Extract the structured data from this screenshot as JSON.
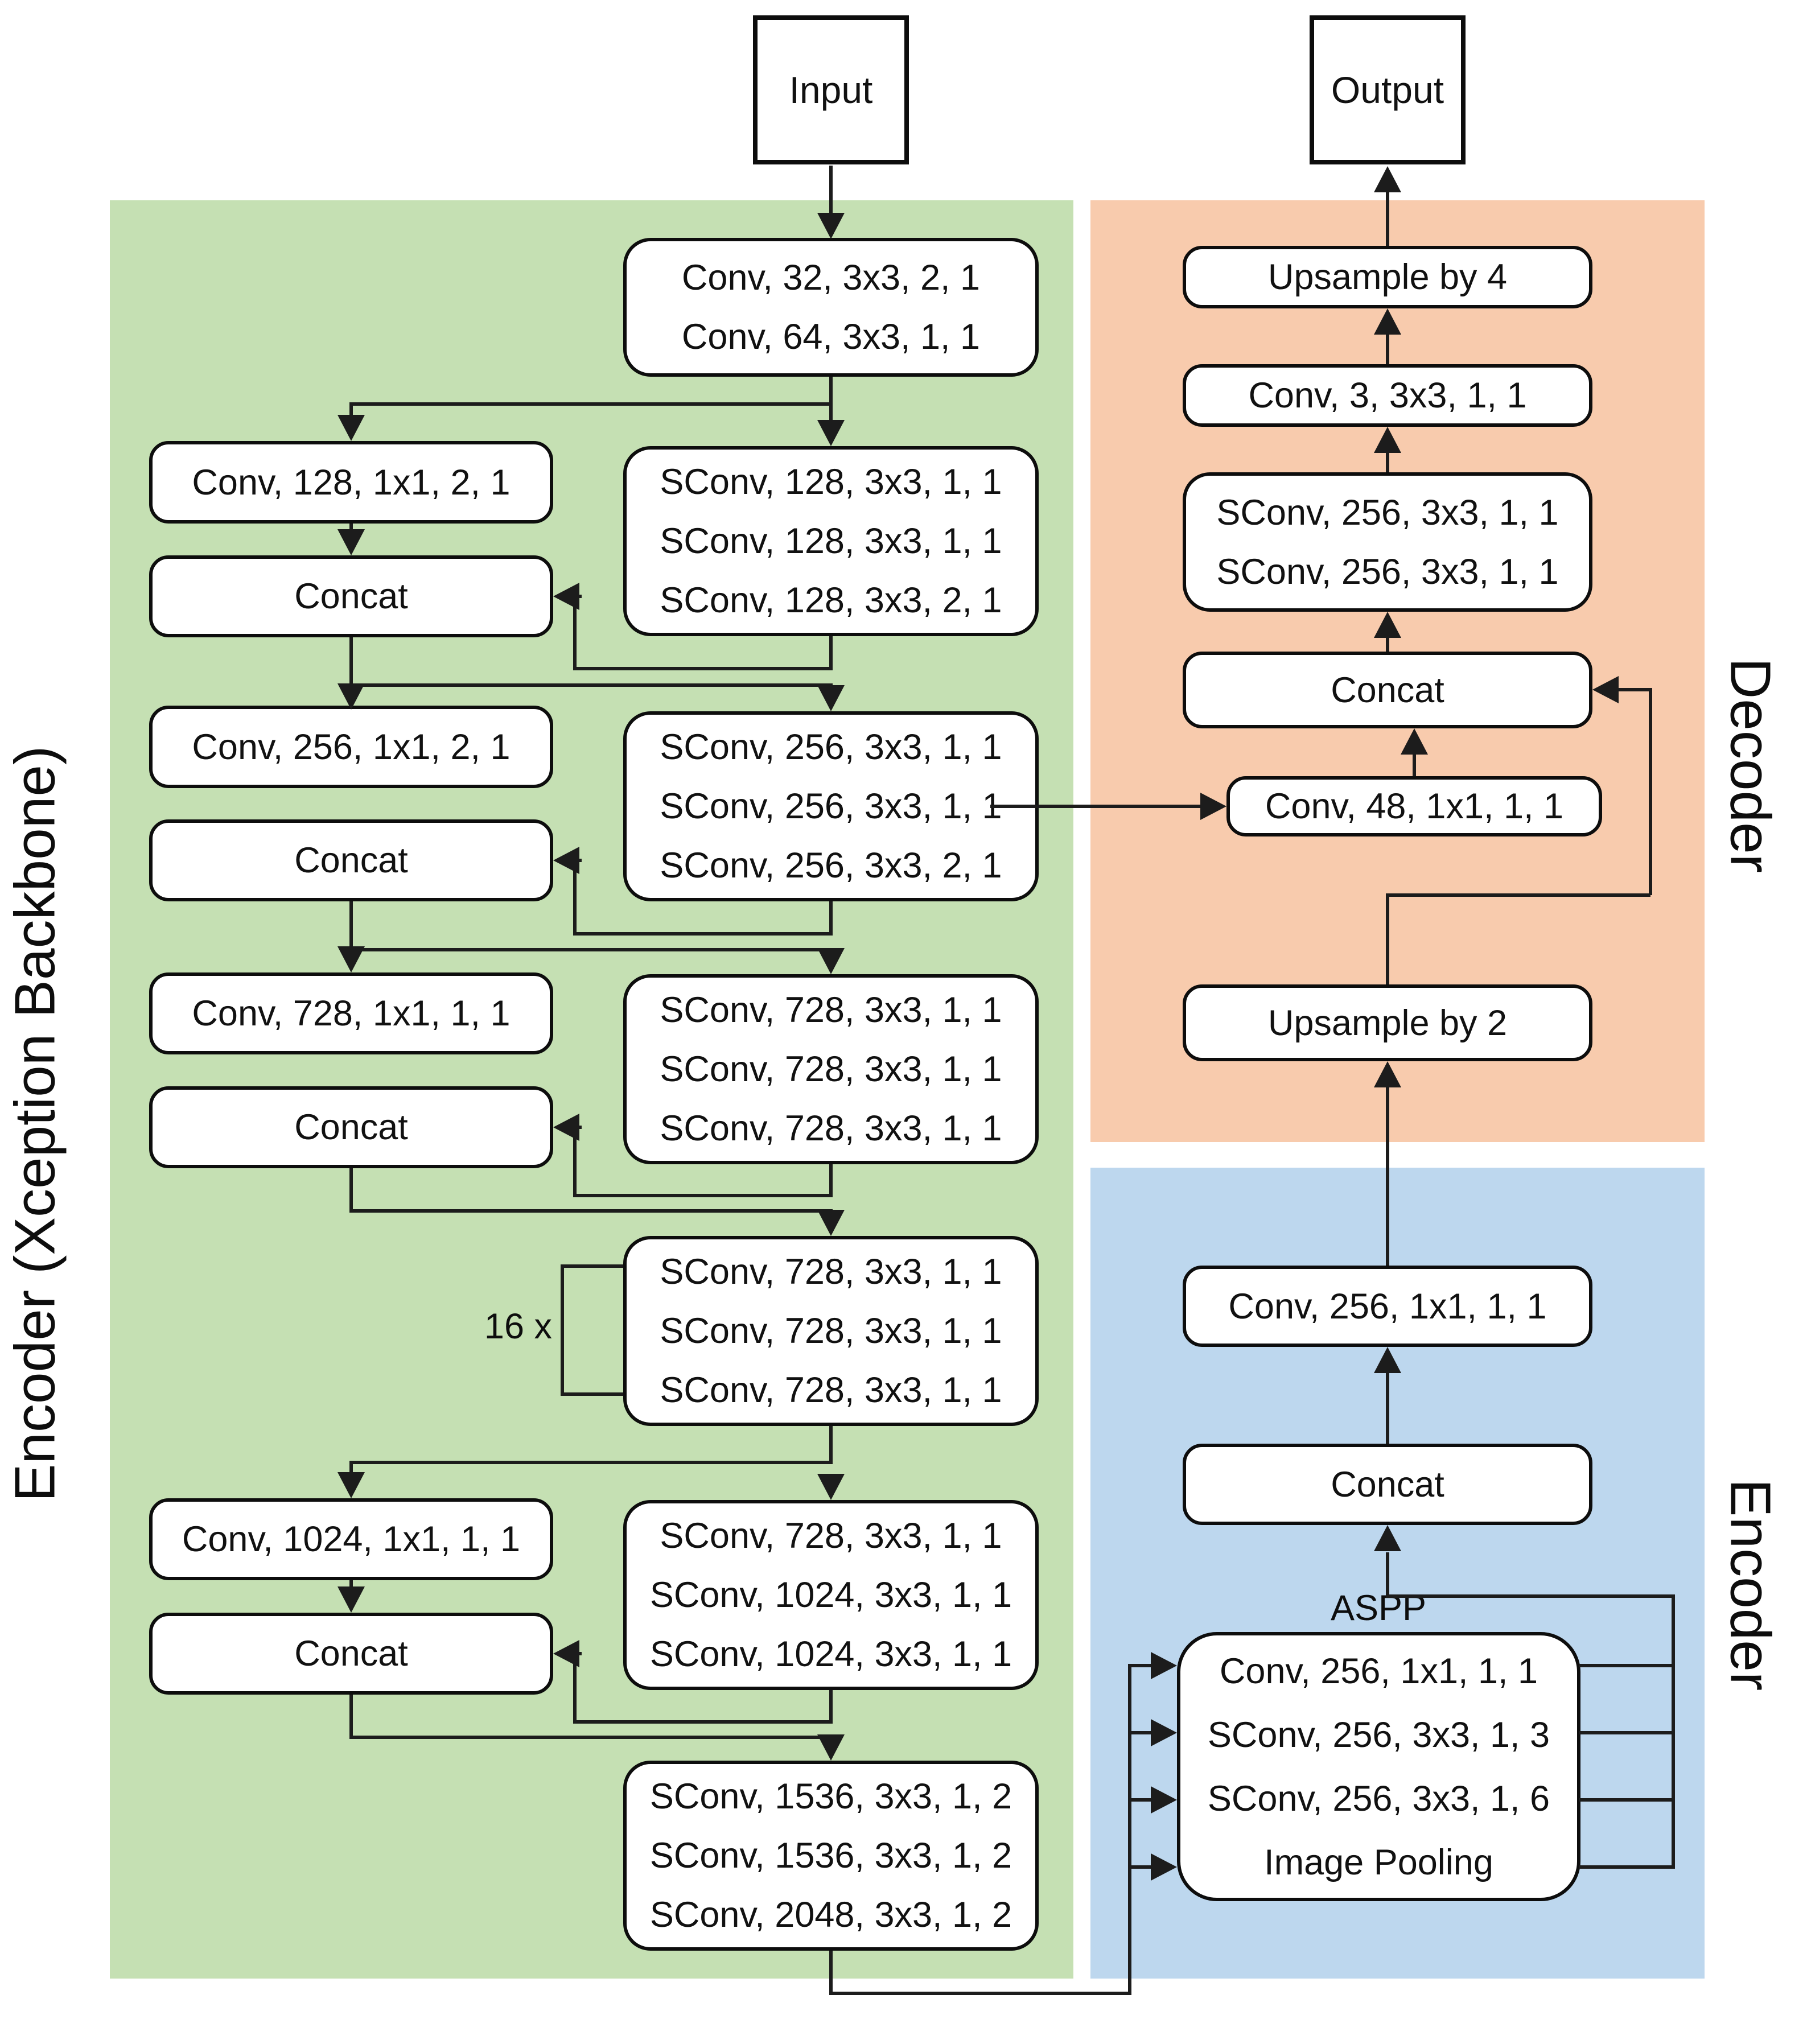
{
  "io": {
    "input": "Input",
    "output": "Output"
  },
  "regions": {
    "backbone_label": "Encoder (Xception Backbone)",
    "decoder_label": "Decoder",
    "encoder_label": "Encoder"
  },
  "backbone": {
    "stem": [
      "Conv, 32, 3x3, 2, 1",
      "Conv, 64, 3x3, 1, 1"
    ],
    "skip128": "Conv, 128, 1x1, 2, 1",
    "skip256": "Conv, 256, 1x1, 2, 1",
    "skip728": "Conv, 728, 1x1, 1, 1",
    "skip1024": "Conv, 1024, 1x1, 1, 1",
    "concat": "Concat",
    "repeat_label": "16 x",
    "block128": [
      "SConv, 128, 3x3, 1, 1",
      "SConv, 128, 3x3, 1, 1",
      "SConv, 128, 3x3, 2, 1"
    ],
    "block256": [
      "SConv, 256, 3x3, 1, 1",
      "SConv, 256, 3x3, 1, 1",
      "SConv, 256, 3x3, 2, 1"
    ],
    "block728a": [
      "SConv, 728, 3x3, 1, 1",
      "SConv, 728, 3x3, 1, 1",
      "SConv, 728, 3x3, 1, 1"
    ],
    "block728r": [
      "SConv, 728, 3x3, 1, 1",
      "SConv, 728, 3x3, 1, 1",
      "SConv, 728, 3x3, 1, 1"
    ],
    "block1024": [
      "SConv, 728, 3x3, 1, 1",
      "SConv, 1024, 3x3, 1, 1",
      "SConv, 1024, 3x3, 1, 1"
    ],
    "block2048": [
      "SConv, 1536, 3x3, 1, 2",
      "SConv, 1536, 3x3, 1, 2",
      "SConv, 2048, 3x3, 1, 2"
    ]
  },
  "decoder": {
    "upsample4": "Upsample by 4",
    "conv3": "Conv, 3, 3x3, 1, 1",
    "sconv256": [
      "SConv, 256, 3x3, 1, 1",
      "SConv, 256, 3x3, 1, 1"
    ],
    "concat": "Concat",
    "conv48": "Conv, 48, 1x1, 1, 1",
    "upsample2": "Upsample by 2"
  },
  "encoder_head": {
    "conv256": "Conv, 256, 1x1, 1, 1",
    "concat": "Concat",
    "aspp_title": "ASPP",
    "aspp_rows": [
      "Conv, 256, 1x1, 1, 1",
      "SConv, 256, 3x3, 1, 3",
      "SConv, 256, 3x3, 1, 6",
      "Image Pooling"
    ]
  },
  "colors": {
    "backbone_bg": "#c5e0b3",
    "decoder_bg": "#f8cbad",
    "encoder_bg": "#bdd7ee",
    "box_bg": "#ffffff",
    "line": "#1c1c1c"
  }
}
